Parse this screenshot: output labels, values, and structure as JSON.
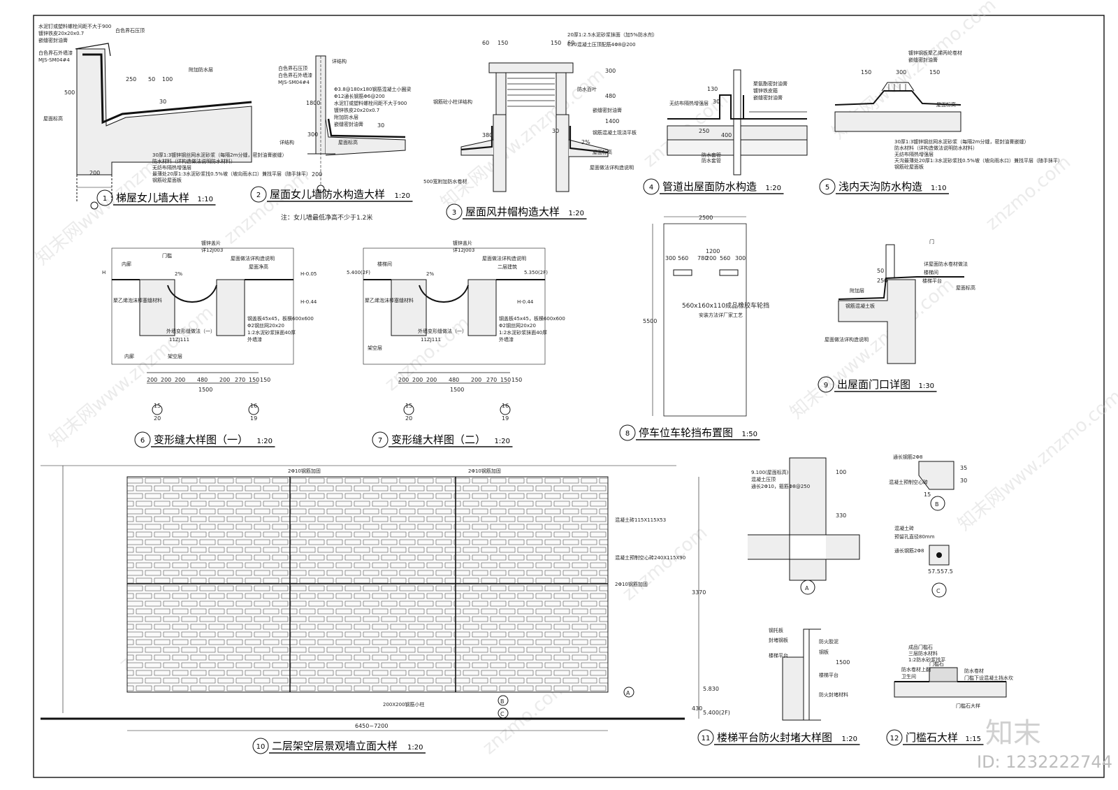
{
  "details": [
    {
      "num": "1",
      "title": "梯屋女儿墙大样",
      "scale": "1:10"
    },
    {
      "num": "2",
      "title": "屋面女儿墙防水构造大样",
      "scale": "1:20",
      "note": "注：女儿墙最低净高不少于1.2米"
    },
    {
      "num": "3",
      "title": "屋面风井帽构造大样",
      "scale": "1:20"
    },
    {
      "num": "4",
      "title": "管道出屋面防水构造",
      "scale": "1:20"
    },
    {
      "num": "5",
      "title": "浅内天沟防水构造",
      "scale": "1:10"
    },
    {
      "num": "6",
      "title": "变形缝大样图（一）",
      "scale": "1:20"
    },
    {
      "num": "7",
      "title": "变形缝大样图（二）",
      "scale": "1:20"
    },
    {
      "num": "8",
      "title": "停车位车轮挡布置图",
      "scale": "1:50"
    },
    {
      "num": "9",
      "title": "出屋面门口详图",
      "scale": "1:30"
    },
    {
      "num": "10",
      "title": "二层架空层景观墙立面大样",
      "scale": "1:20"
    },
    {
      "num": "11",
      "title": "楼梯平台防火封堵大样图",
      "scale": "1:20"
    },
    {
      "num": "12",
      "title": "门槛石大样",
      "scale": "1:15"
    }
  ],
  "d1": {
    "notes": [
      "水泥钉或塑料螺栓间距不大于900",
      "镀锌铁皮20x20x0.7",
      "嵌缝密封油膏",
      "白色界石压顶",
      "白色界石外墙漆",
      "MJS-SM04#4",
      "附加防水层",
      "屋面标高"
    ],
    "dims": [
      "250",
      "50",
      "100",
      "500",
      "200",
      "30"
    ],
    "layers": [
      "30厚1:3镀锌钢丝网水泥砂浆（每隔2m分缝，密封油膏嵌缝）",
      "防水材料（详构造做法说明防水材料）",
      "无纺布隔热增强层",
      "最薄处20厚1:3水泥砂浆找0.5%坡（坡向雨水口）兼找平层（随手抹平）",
      "钢筋砼屋面板"
    ]
  },
  "d2": {
    "notes": [
      "详结构",
      "白色界石压顶",
      "白色界石外墙漆",
      "MJS-SM04#4",
      "Φ3.8@180x180钢筋混凝土小圈梁",
      "Φ12通长钢筋Φ6@200",
      "水泥钉或塑料螺栓间距不大于900",
      "镀锌铁皮20x20x0.7",
      "嵌缝密封油膏",
      "附加防水层",
      "屋面标高",
      "详结构"
    ],
    "dims": [
      "1800",
      "300",
      "30",
      "200"
    ]
  },
  "d3": {
    "notes": [
      "20厚1:2.5水泥砂浆抹面（加5%防水剂）",
      "C20混凝土压顶配筋4Φ8@200",
      "防水百叶",
      "钢筋砼小柱详结构",
      "嵌缝密封油膏",
      "钢筋混凝土现浇平板",
      "屋面标高",
      "屋面做法详构造说明",
      "500宽附加防水卷材"
    ],
    "dims": [
      "60",
      "150",
      "150",
      "60",
      "300",
      "480",
      "1400",
      "380",
      "30",
      "2%"
    ]
  },
  "d4": {
    "notes": [
      "聚氨酯密封油膏",
      "无纺布隔热增强层",
      "防水套管",
      "镀锌铁皮箍",
      "嵌缝密封油膏",
      "防水套管"
    ],
    "dims": [
      "130",
      "30",
      "250",
      "400"
    ]
  },
  "d5": {
    "notes": [
      "镀锌钢板聚乙烯丙纶卷材",
      "嵌缝密封油膏",
      "屋面标高"
    ],
    "dims": [
      "150",
      "300",
      "150"
    ],
    "layers": [
      "30厚1:3镀锌钢丝网水泥砂浆（每隔2m分缝，密封油膏嵌缝）",
      "防水材料（详构造做法说明防水材料）",
      "无纺布隔热增强层",
      "天沟最薄处20厚1:3水泥砂浆找0.5%坡（坡向雨水口）兼找平层（随手抹平）",
      "钢筋砼屋面板"
    ]
  },
  "d6": {
    "labels": [
      "H",
      "门槛",
      "内廊",
      "屋面净高",
      "H-0.05",
      "H-0.44",
      "聚乙烯泡沫棒塞缝材料",
      "外墙变形缝做法（一）",
      "11ZJ111",
      "钢盖板45x45，板横600x600",
      "Φ2钢丝网20x20",
      "1:2水泥砂浆抹面40厚",
      "外墙漆",
      "镀锌盖片",
      "详12J003",
      "2%",
      "屋面做法详构造说明",
      "内廊",
      "架空层"
    ],
    "dims": [
      "200",
      "200",
      "200",
      "480",
      "200",
      "270",
      "150",
      "150",
      "1500"
    ],
    "axes": [
      "15",
      "20",
      "16",
      "19"
    ]
  },
  "d7": {
    "labels": [
      "5.400(2F)",
      "5.350(2F)",
      "H-0.44",
      "楼梯间",
      "二层建筑",
      "架空层",
      "屋面做法详构造说明",
      "聚乙烯泡沫棒塞缝材料",
      "外墙变形缝做法（一）",
      "11ZJ111",
      "钢盖板45x45，板横600x600",
      "Φ2钢丝网20x20",
      "1:2水泥砂浆抹面40厚",
      "外墙漆",
      "镀锌盖片",
      "详12J003",
      "2%"
    ],
    "dims": [
      "200",
      "200",
      "200",
      "480",
      "200",
      "270",
      "150",
      "150",
      "1500"
    ],
    "axes": [
      "15",
      "20",
      "16",
      "19"
    ]
  },
  "d8": {
    "dims_top": [
      "2500",
      "300",
      "560",
      "780",
      "560",
      "300"
    ],
    "dims_side": [
      "5500",
      "200",
      "1200"
    ],
    "notes": [
      "560x160x110成品橡胶车轮挡",
      "安装方法详厂家工艺"
    ]
  },
  "d9": {
    "notes": [
      "门",
      "屋面标高",
      "楼梯平台",
      "详屋面防水卷材做法",
      "屋面做法详构造说明",
      "钢筋混凝土板",
      "楼梯间",
      "附加层"
    ],
    "dims": [
      "50",
      "250"
    ]
  },
  "d10": {
    "notes": [
      "2Φ10钢筋加固",
      "2Φ10钢筋加固",
      "混凝土砖115X115X53",
      "混凝土预制空心砖240X115X90",
      "2Φ10钢筋加固",
      "200X200钢筋小柱"
    ],
    "dims": [
      "3370",
      "5.830",
      "430",
      "5.400(2F)",
      "6450~7200"
    ],
    "callouts": [
      "A",
      "B",
      "C"
    ]
  },
  "dA": {
    "label": "A",
    "notes": [
      "9.100(屋面标高)",
      "混凝土压顶",
      "通长2Φ10，箍筋Φ8@250"
    ],
    "dims": [
      "100",
      "330"
    ]
  },
  "dB": {
    "label": "B",
    "notes": [
      "通长钢筋2Φ8",
      "混凝土预制空心砖"
    ],
    "dims": [
      "35",
      "30",
      "15"
    ]
  },
  "dC": {
    "label": "C",
    "notes": [
      "混凝土砖",
      "预留孔直径80mm",
      "通长钢筋2Φ8"
    ],
    "dims": [
      "57.5",
      "57.5"
    ]
  },
  "d11": {
    "notes": [
      "钢托板",
      "封堵钢板",
      "楼梯平台",
      "防火胶泥",
      "钢板",
      "楼梯平台",
      "防火封堵材料"
    ],
    "dims": [
      "1500"
    ]
  },
  "d12": {
    "notes": [
      "成品门槛石",
      "三层防水材料",
      "1:2防水砂浆找平",
      "防水卷材上翻",
      "卫生间",
      "防水卷材",
      "门槛石",
      "门槛下设混凝土挡水坎"
    ],
    "labels": [
      "门槛石大样"
    ]
  },
  "brand": {
    "logo": "知末",
    "id": "ID: 1232222744"
  },
  "watermarks": [
    "知末网www.znzmo.com",
    "znzmo.com"
  ]
}
